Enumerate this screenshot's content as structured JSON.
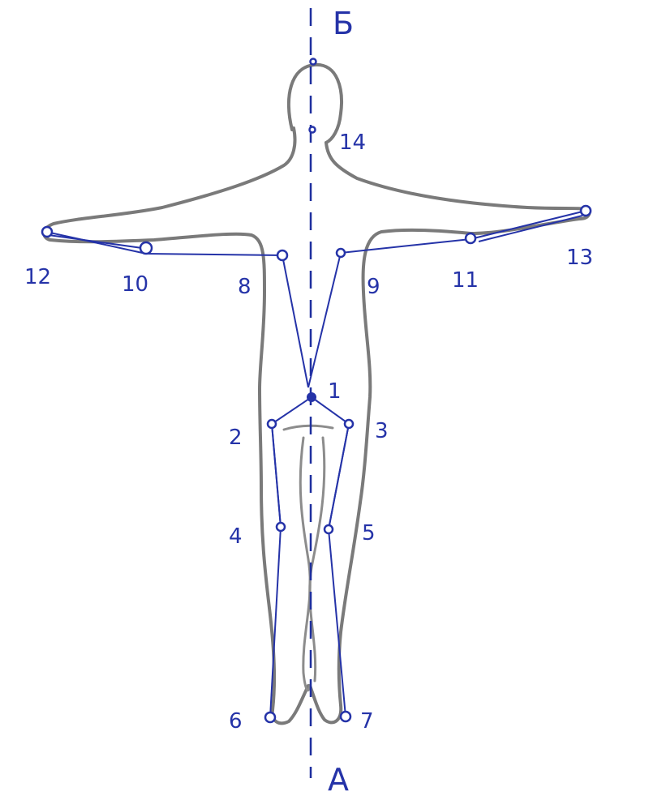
{
  "axis": {
    "top_label": "Б",
    "bottom_label": "А"
  },
  "points": [
    {
      "id": "1",
      "label": "1"
    },
    {
      "id": "2",
      "label": "2"
    },
    {
      "id": "3",
      "label": "3"
    },
    {
      "id": "4",
      "label": "4"
    },
    {
      "id": "5",
      "label": "5"
    },
    {
      "id": "6",
      "label": "6"
    },
    {
      "id": "7",
      "label": "7"
    },
    {
      "id": "8",
      "label": "8"
    },
    {
      "id": "9",
      "label": "9"
    },
    {
      "id": "10",
      "label": "10"
    },
    {
      "id": "11",
      "label": "11"
    },
    {
      "id": "12",
      "label": "12"
    },
    {
      "id": "13",
      "label": "13"
    },
    {
      "id": "14",
      "label": "14"
    }
  ],
  "colors": {
    "ink": "#2533a8",
    "pencil": "#7a7a7a",
    "paper": "#ffffff"
  }
}
